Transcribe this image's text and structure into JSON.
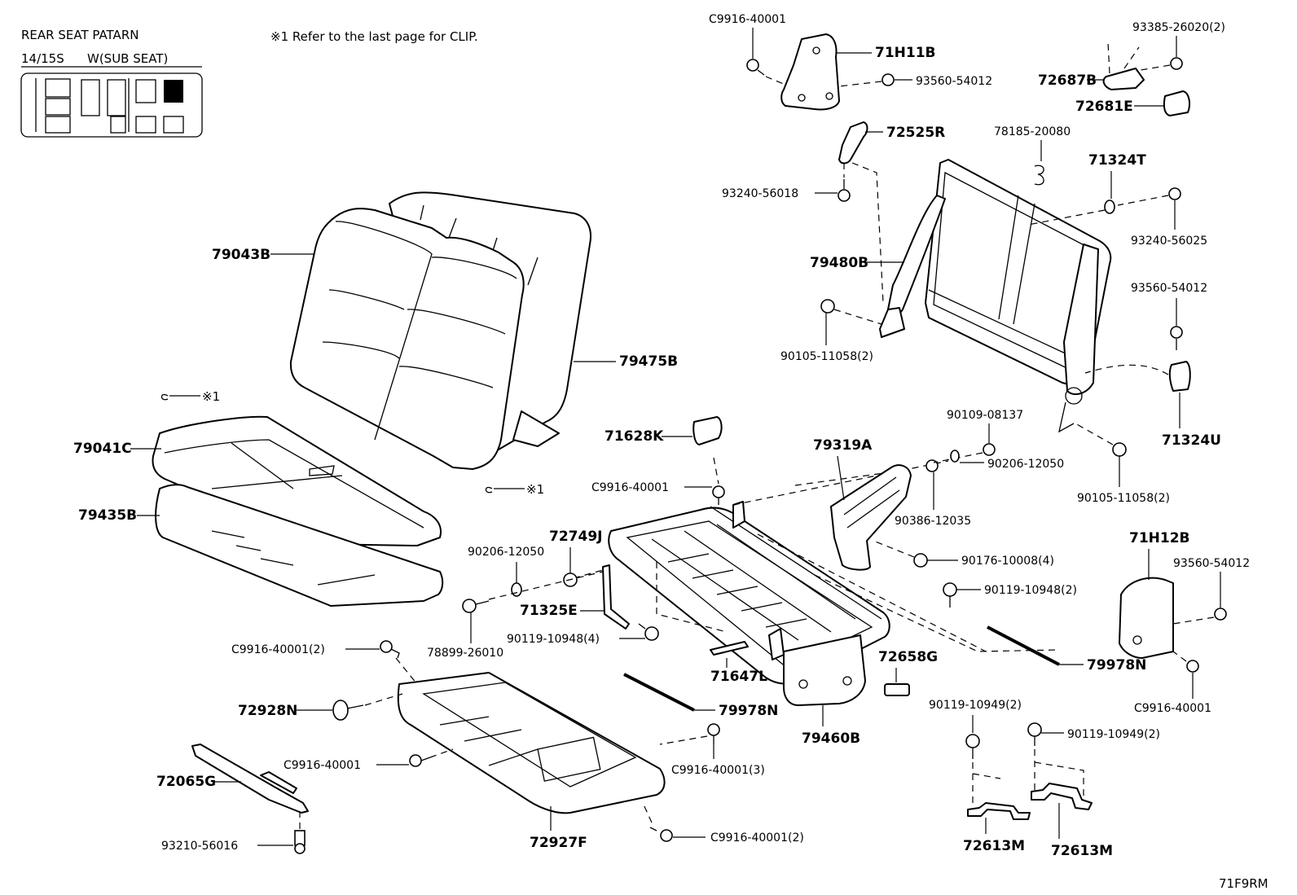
{
  "header": {
    "title": "REAR SEAT PATARN",
    "model": "14/15S",
    "seat_type": "W(SUB SEAT)",
    "note": "※1 Refer to the last page for CLIP."
  },
  "diagram_code": "71F9RM",
  "clip_marker": "※1",
  "parts": {
    "p_79043B": "79043B",
    "p_79475B": "79475B",
    "p_79041C": "79041C",
    "p_79435B": "79435B",
    "p_72928N": "72928N",
    "p_72065G": "72065G",
    "p_93210_56016": "93210-56016",
    "p_72927F": "72927F",
    "p_C9916_40001_2_a": "C9916-40001(2)",
    "p_C9916_40001_a": "C9916-40001",
    "p_C9916_40001_3": "C9916-40001(3)",
    "p_C9916_40001_2_b": "C9916-40001(2)",
    "p_78899_26010": "78899-26010",
    "p_90206_12050_a": "90206-12050",
    "p_72749J": "72749J",
    "p_71325E": "71325E",
    "p_90119_10948_4": "90119-10948(4)",
    "p_71628K": "71628K",
    "p_C9916_40001_b": "C9916-40001",
    "p_79978N_a": "79978N",
    "p_71647L": "71647L",
    "p_79460B": "79460B",
    "p_72658G": "72658G",
    "p_79319A": "79319A",
    "p_90386_12035": "90386-12035",
    "p_90176_10008_4": "90176-10008(4)",
    "p_90119_10948_2": "90119-10948(2)",
    "p_79978N_b": "79978N",
    "p_C9916_40001_c": "C9916-40001",
    "p_C9916_40001_d": "C9916-40001",
    "p_71H11B": "71H11B",
    "p_93560_54012_a": "93560-54012",
    "p_72525R": "72525R",
    "p_93240_56018": "93240-56018",
    "p_79480B": "79480B",
    "p_90105_11058_2_a": "90105-11058(2)",
    "p_78185_20080": "78185-20080",
    "p_71324T": "71324T",
    "p_93240_56025": "93240-56025",
    "p_93385_26020_2": "93385-26020(2)",
    "p_72687B": "72687B",
    "p_72681E": "72681E",
    "p_93560_54012_b": "93560-54012",
    "p_71324U": "71324U",
    "p_90109_08137": "90109-08137",
    "p_90206_12050_b": "90206-12050",
    "p_90105_11058_2_b": "90105-11058(2)",
    "p_71H12B": "71H12B",
    "p_93560_54012_c": "93560-54012",
    "p_90119_10949_2_a": "90119-10949(2)",
    "p_90119_10949_2_b": "90119-10949(2)",
    "p_72613M_a": "72613M",
    "p_72613M_b": "72613M"
  }
}
